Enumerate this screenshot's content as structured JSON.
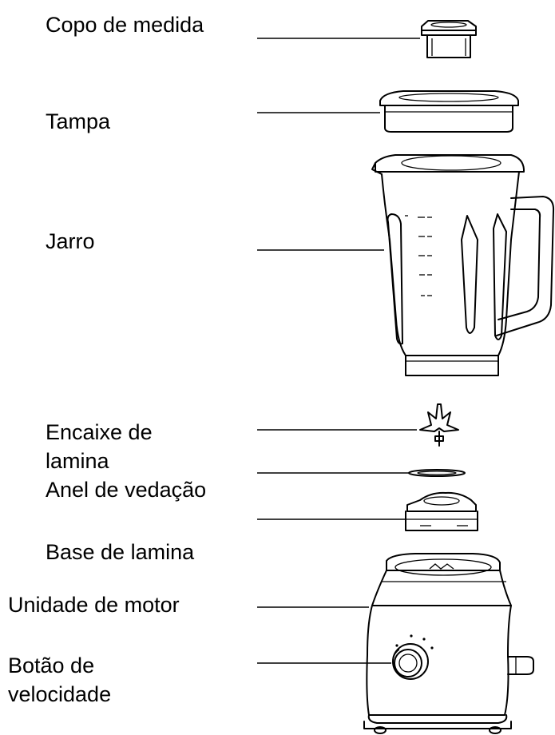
{
  "labels": {
    "measuring_cup": "Copo de medida",
    "lid": "Tampa",
    "jar": "Jarro",
    "blade_unit_line1": "Encaixe de",
    "blade_unit_line2": "lamina",
    "seal_ring": "Anel de vedação",
    "blade_base": "Base de lamina",
    "motor_unit": "Unidade de motor",
    "speed_knob_line1": "Botão de",
    "speed_knob_line2": "velocidade"
  }
}
